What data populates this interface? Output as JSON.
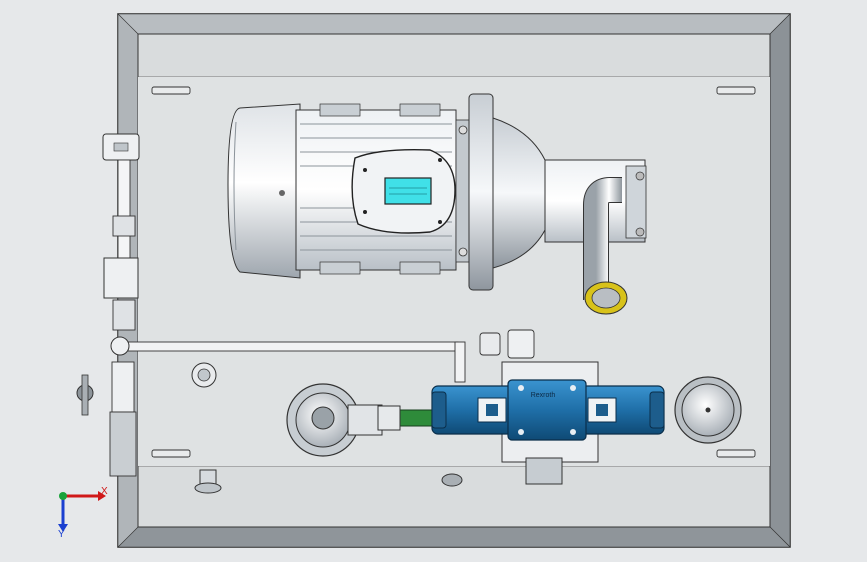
{
  "viewport": {
    "background": "#e6e8ea"
  },
  "colors": {
    "frame": "#9aa0a4",
    "plate": "#d9dcdd",
    "motor": "#cfd5db",
    "valve_body": "#1f6fa8",
    "hose": "#2e8b3a",
    "pipe_ring": "#d8c21a",
    "axis_x": "#d01818",
    "axis_y": "#1a3fd0",
    "axis_z": "#1aa33a"
  },
  "triad": {
    "x_label": "X",
    "y_label": "Y"
  },
  "valve": {
    "brand": "Rexroth"
  },
  "icons": [
    "coordinate-triad-icon",
    "motor-terminal-box-icon",
    "solenoid-coil-icon"
  ]
}
